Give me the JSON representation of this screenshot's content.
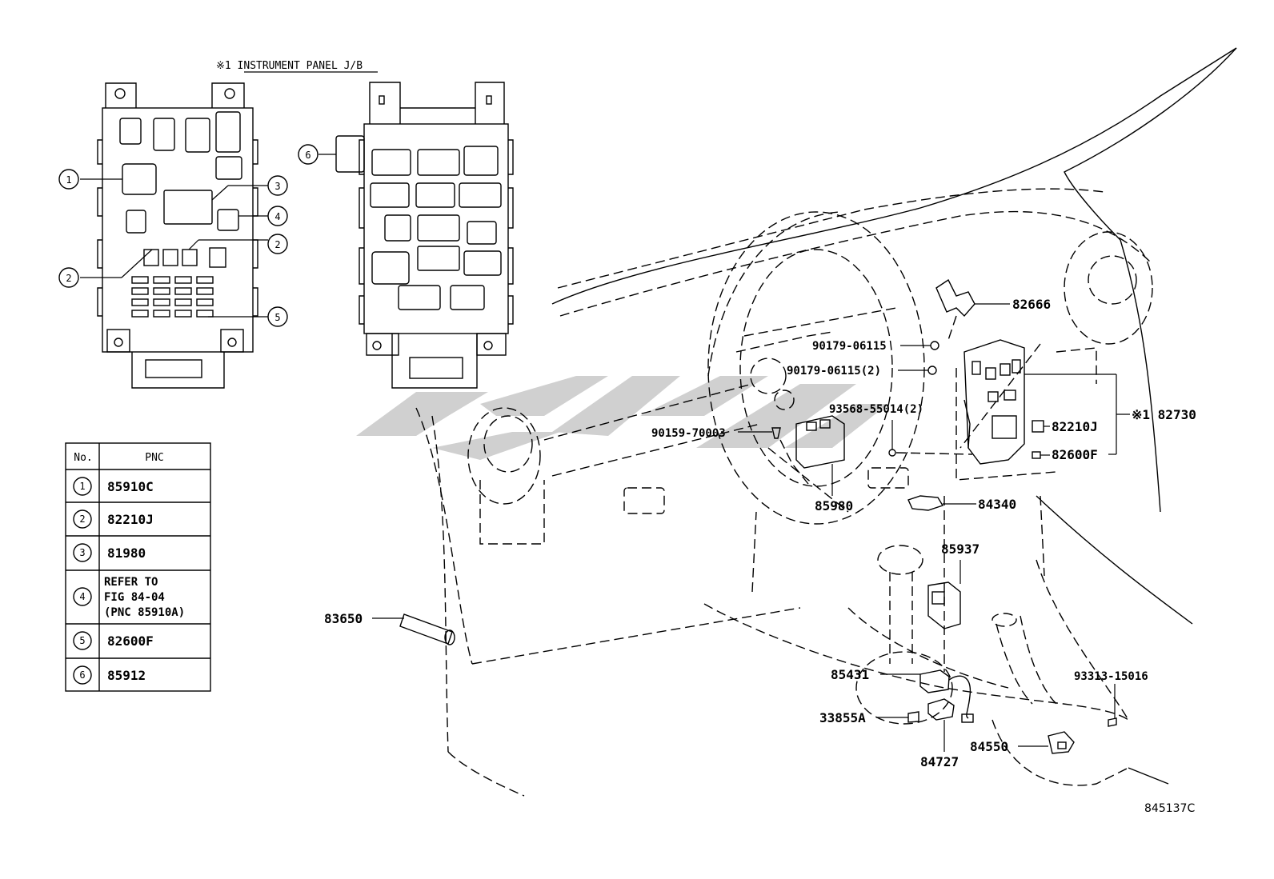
{
  "header": {
    "title": "※1 INSTRUMENT PANEL J/B"
  },
  "table": {
    "headers": [
      "No.",
      "PNC"
    ],
    "rows": [
      {
        "no": "1",
        "pnc": "85910C"
      },
      {
        "no": "2",
        "pnc": "82210J"
      },
      {
        "no": "3",
        "pnc": "81980"
      },
      {
        "no": "4",
        "pnc_lines": [
          "REFER TO",
          "FIG 84-04",
          "(PNC 85910A)"
        ]
      },
      {
        "no": "5",
        "pnc": "82600F"
      },
      {
        "no": "6",
        "pnc": "85912"
      }
    ]
  },
  "jb_callouts": [
    "1",
    "2",
    "3",
    "4",
    "2",
    "5",
    "6"
  ],
  "parts": {
    "p82666": "82666",
    "p90179a": "90179-06115",
    "p90179b": "90179-06115(2)",
    "p93568": "93568-55014(2)",
    "p90159": "90159-70003",
    "p82730": "※1 82730",
    "p82210J": "82210J",
    "p82600F": "82600F",
    "p85980": "85980",
    "p84340": "84340",
    "p85937": "85937",
    "p83650": "83650",
    "p85431": "85431",
    "p33855A": "33855A",
    "p84727": "84727",
    "p84550": "84550",
    "p93313": "93313-15016"
  },
  "figure_code": "845137C",
  "watermark_color": "#c8c8c8"
}
